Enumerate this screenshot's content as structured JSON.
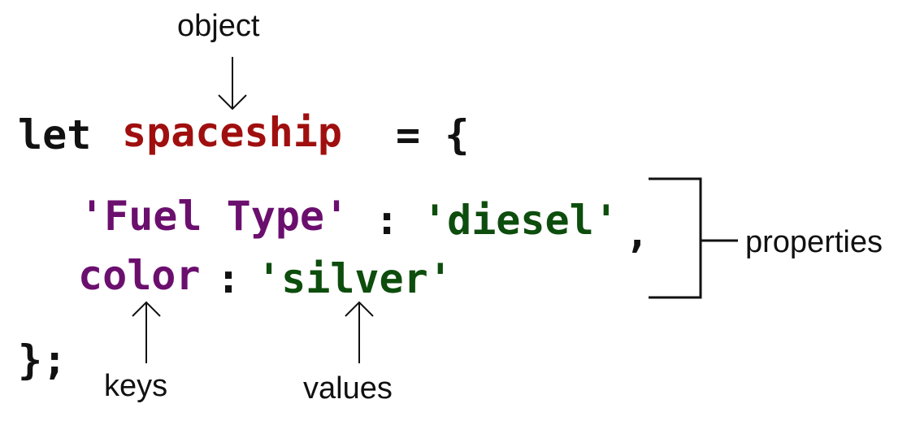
{
  "code": {
    "line1": {
      "keyword": "let",
      "name": "spaceship",
      "assign": "= {"
    },
    "line2": {
      "key": "'Fuel Type'",
      "colon": ":",
      "value": "'diesel'",
      "comma": ","
    },
    "line3": {
      "key": "color",
      "colon": ":",
      "value": "'silver'"
    },
    "line4": {
      "close": "};"
    }
  },
  "annotations": {
    "object": "object",
    "properties": "properties",
    "keys": "keys",
    "values": "values"
  },
  "colors": {
    "keyword": "#111111",
    "object_name": "#a00f0f",
    "key": "#6b0f6e",
    "value": "#0d4d0d"
  }
}
